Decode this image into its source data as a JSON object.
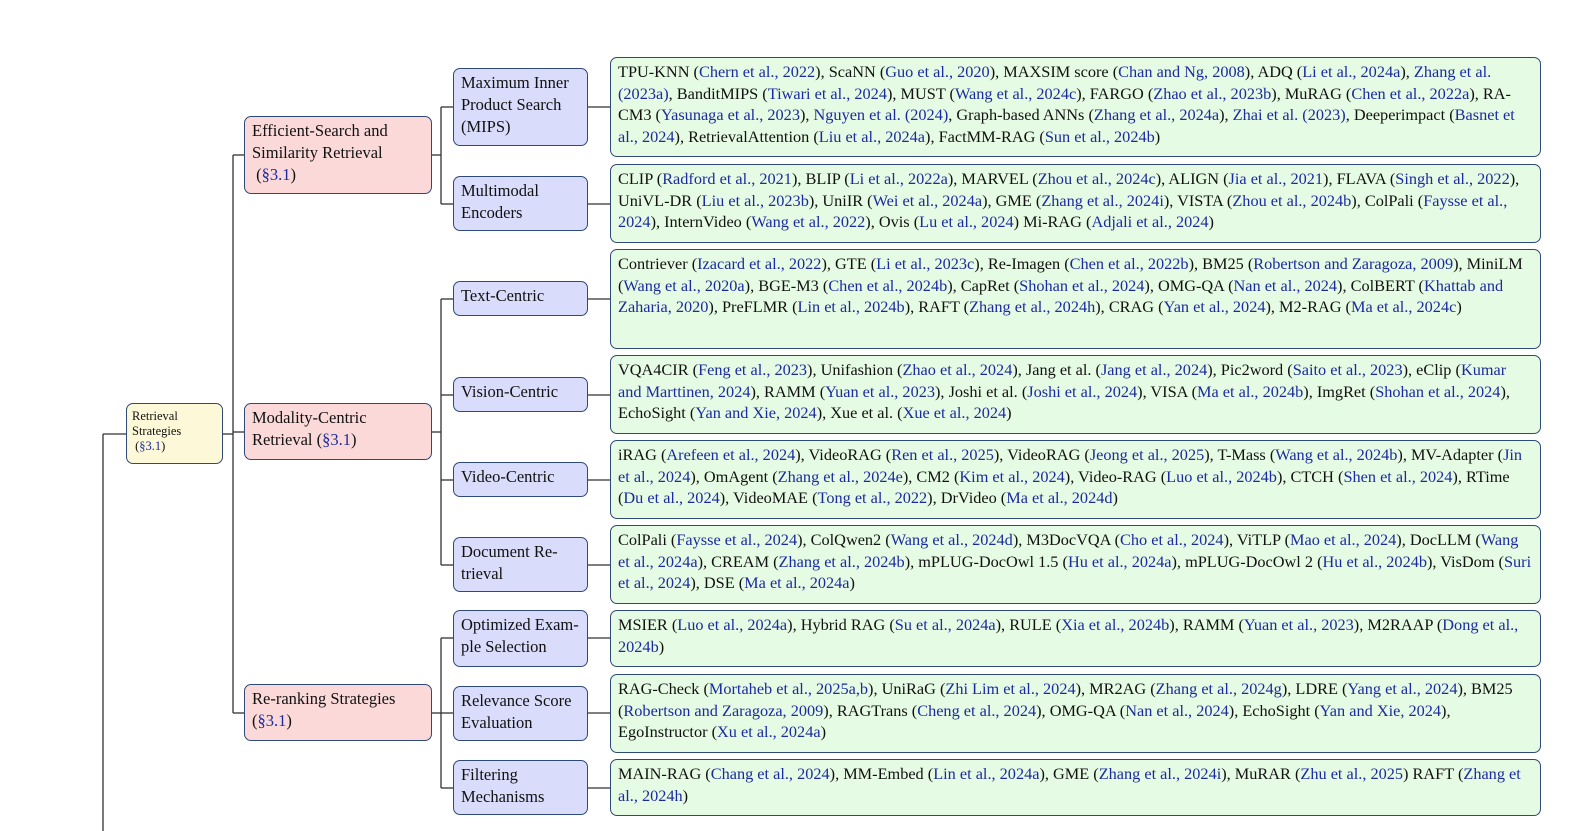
{
  "root": {
    "label_text": "Retrieval Strategies",
    "section_ref": "§3.1"
  },
  "groups": [
    {
      "label_text": "Efficient-Search and Similarity Retrieval",
      "section_ref": "§3.1",
      "children": [
        {
          "label": "Maximum Inner Product Search (MIPS)",
          "items": [
            {
              "name": "TPU-KNN",
              "cite": "Chern et al., 2022"
            },
            {
              "name": "ScaNN",
              "cite": "Guo et al., 2020"
            },
            {
              "name": "MAXSIM score",
              "cite": "Chan and Ng, 2008"
            },
            {
              "name": "ADQ",
              "cite": "Li et al., 2024a"
            },
            {
              "name": "",
              "cite": "Zhang et al. (2023a)"
            },
            {
              "name": "BanditMIPS",
              "cite": "Tiwari et al., 2024"
            },
            {
              "name": "MUST",
              "cite": "Wang et al., 2024c"
            },
            {
              "name": "FARGO",
              "cite": "Zhao et al., 2023b"
            },
            {
              "name": "MuRAG",
              "cite": "Chen et al., 2022a"
            },
            {
              "name": "RA-CM3",
              "cite": "Yasunaga et al., 2023"
            },
            {
              "name": "",
              "cite": "Nguyen et al. (2024)"
            },
            {
              "name": "Graph-based ANNs",
              "cite": "Zhang et al., 2024a"
            },
            {
              "name": "",
              "cite": "Zhai et al. (2023)"
            },
            {
              "name": "Deeperimpact",
              "cite": "Basnet et al., 2024"
            },
            {
              "name": "RetrievalAttention",
              "cite": "Liu et al., 2024a"
            },
            {
              "name": "FactMM-RAG",
              "cite": "Sun et al., 2024b"
            }
          ]
        },
        {
          "label": "Multimodal Encoders",
          "items": [
            {
              "name": "CLIP",
              "cite": "Radford et al., 2021"
            },
            {
              "name": "BLIP",
              "cite": "Li et al., 2022a"
            },
            {
              "name": "MARVEL",
              "cite": "Zhou et al., 2024c"
            },
            {
              "name": "ALIGN",
              "cite": "Jia et al., 2021"
            },
            {
              "name": "FLAVA",
              "cite": "Singh et al., 2022"
            },
            {
              "name": "UniVL-DR",
              "cite": "Liu et al., 2023b"
            },
            {
              "name": "UniIR",
              "cite": "Wei et al., 2024a"
            },
            {
              "name": "GME",
              "cite": "Zhang et al., 2024i"
            },
            {
              "name": "VISTA",
              "cite": "Zhou et al., 2024b"
            },
            {
              "name": "ColPali",
              "cite": "Faysse et al., 2024"
            },
            {
              "name": "InternVideo",
              "cite": "Wang et al., 2022"
            },
            {
              "name": "Ovis",
              "cite": "Lu et al., 2024",
              "sep": " "
            },
            {
              "name": "Mi-RAG",
              "cite": "Adjali et al., 2024"
            }
          ]
        }
      ]
    },
    {
      "label_text": "Modality-Centric Retrieval",
      "section_ref": "§3.1",
      "children": [
        {
          "label": "Text-Centric",
          "items": [
            {
              "name": "Contriever",
              "cite": "Izacard et al., 2022"
            },
            {
              "name": "GTE",
              "cite": "Li et al., 2023c"
            },
            {
              "name": "Re-Imagen",
              "cite": "Chen et al., 2022b"
            },
            {
              "name": "BM25",
              "cite": "Robertson and Zaragoza, 2009"
            },
            {
              "name": "MiniLM",
              "cite": "Wang et al., 2020a"
            },
            {
              "name": "BGE-M3",
              "cite": "Chen et al., 2024b"
            },
            {
              "name": "CapRet",
              "cite": "Shohan et al., 2024"
            },
            {
              "name": "OMG-QA",
              "cite": "Nan et al., 2024"
            },
            {
              "name": "ColBERT",
              "cite": "Khattab and Zaharia, 2020"
            },
            {
              "name": "PreFLMR",
              "cite": "Lin et al., 2024b"
            },
            {
              "name": "RAFT",
              "cite": "Zhang et al., 2024h"
            },
            {
              "name": "CRAG",
              "cite": "Yan et al., 2024"
            },
            {
              "name": "M2-RAG",
              "cite": "Ma et al., 2024c"
            }
          ]
        },
        {
          "label": "Vision-Centric",
          "items": [
            {
              "name": "VQA4CIR",
              "cite": "Feng et al., 2023"
            },
            {
              "name": "Unifashion",
              "cite": "Zhao et al., 2024"
            },
            {
              "name": "Jang et al.",
              "cite": "Jang et al., 2024"
            },
            {
              "name": "Pic2word",
              "cite": "Saito et al., 2023"
            },
            {
              "name": "eClip",
              "cite": "Kumar and Marttinen, 2024"
            },
            {
              "name": "RAMM",
              "cite": "Yuan et al., 2023"
            },
            {
              "name": "Joshi et al.",
              "cite": "Joshi et al., 2024"
            },
            {
              "name": "VISA",
              "cite": "Ma et al., 2024b"
            },
            {
              "name": "ImgRet",
              "cite": "Shohan et al., 2024"
            },
            {
              "name": "EchoSight",
              "cite": "Yan and Xie, 2024"
            },
            {
              "name": "Xue et al.",
              "cite": "Xue et al., 2024"
            }
          ]
        },
        {
          "label": "Video-Centric",
          "items": [
            {
              "name": "iRAG",
              "cite": "Arefeen et al., 2024"
            },
            {
              "name": "VideoRAG",
              "cite": "Ren et al., 2025"
            },
            {
              "name": "VideoRAG",
              "cite": "Jeong et al., 2025"
            },
            {
              "name": "T-Mass",
              "cite": "Wang et al., 2024b"
            },
            {
              "name": "MV-Adapter",
              "cite": "Jin et al., 2024"
            },
            {
              "name": "OmAgent",
              "cite": "Zhang et al., 2024e"
            },
            {
              "name": "CM2",
              "cite": "Kim et al., 2024"
            },
            {
              "name": "Video-RAG",
              "cite": "Luo et al., 2024b"
            },
            {
              "name": "CTCH",
              "cite": "Shen et al., 2024"
            },
            {
              "name": "RTime",
              "cite": "Du et al., 2024"
            },
            {
              "name": "VideoMAE",
              "cite": "Tong et al., 2022"
            },
            {
              "name": "DrVideo",
              "cite": "Ma et al., 2024d"
            }
          ]
        },
        {
          "label": "Document Re-trieval",
          "items": [
            {
              "name": "ColPali",
              "cite": "Faysse et al., 2024"
            },
            {
              "name": "ColQwen2",
              "cite": "Wang et al., 2024d"
            },
            {
              "name": "M3DocVQA",
              "cite": "Cho et al., 2024"
            },
            {
              "name": "ViTLP",
              "cite": "Mao et al., 2024"
            },
            {
              "name": "DocLLM",
              "cite": "Wang et al., 2024a"
            },
            {
              "name": "CREAM",
              "cite": "Zhang et al., 2024b"
            },
            {
              "name": "mPLUG-DocOwl 1.5",
              "cite": "Hu et al., 2024a"
            },
            {
              "name": "mPLUG-DocOwl 2",
              "cite": "Hu et al., 2024b"
            },
            {
              "name": "VisDom",
              "cite": "Suri et al., 2024"
            },
            {
              "name": "DSE",
              "cite": "Ma et al., 2024a"
            }
          ]
        }
      ]
    },
    {
      "label_text": "Re-ranking Strategies",
      "section_ref": "§3.1",
      "children": [
        {
          "label": "Optimized Exam-ple Selection",
          "items": [
            {
              "name": "MSIER",
              "cite": "Luo et al., 2024a"
            },
            {
              "name": "Hybrid RAG",
              "cite": "Su et al., 2024a"
            },
            {
              "name": "RULE",
              "cite": "Xia et al., 2024b"
            },
            {
              "name": "RAMM",
              "cite": "Yuan et al., 2023"
            },
            {
              "name": "M2RAAP",
              "cite": "Dong et al., 2024b"
            }
          ]
        },
        {
          "label": "Relevance Score Evaluation",
          "items": [
            {
              "name": "RAG-Check",
              "cite": "Mortaheb et al., 2025a,b"
            },
            {
              "name": "UniRaG",
              "cite": "Zhi Lim et al., 2024"
            },
            {
              "name": "MR2AG",
              "cite": "Zhang et al., 2024g"
            },
            {
              "name": "LDRE",
              "cite": "Yang et al., 2024"
            },
            {
              "name": "BM25",
              "cite": "Robertson and Zaragoza, 2009"
            },
            {
              "name": "RAGTrans",
              "cite": "Cheng et al., 2024"
            },
            {
              "name": "OMG-QA",
              "cite": "Nan et al., 2024"
            },
            {
              "name": "EchoSight",
              "cite": "Yan and Xie, 2024"
            },
            {
              "name": "EgoInstructor",
              "cite": "Xu et al., 2024a"
            }
          ]
        },
        {
          "label": "Filtering Mechanisms",
          "items": [
            {
              "name": "MAIN-RAG",
              "cite": "Chang et al., 2024"
            },
            {
              "name": "MM-Embed",
              "cite": "Lin et al., 2024a"
            },
            {
              "name": "GME",
              "cite": "Zhang et al., 2024i"
            },
            {
              "name": "MuRAR",
              "cite": "Zhu et al., 2025",
              "sep": " "
            },
            {
              "name": "RAFT",
              "cite": "Zhang et al., 2024h"
            }
          ]
        }
      ]
    }
  ]
}
